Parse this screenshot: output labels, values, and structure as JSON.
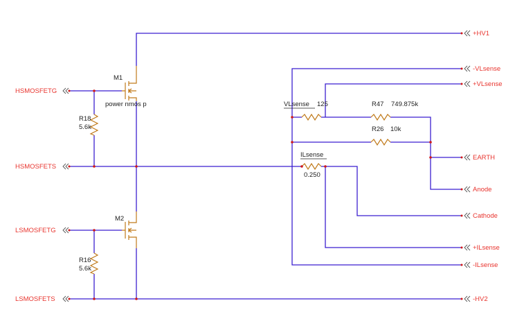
{
  "ports": {
    "hv1": "+HV1",
    "vlsense_neg": "-VLsense",
    "vlsense_pos": "+VLsense",
    "earth": "EARTH",
    "anode": "Anode",
    "cathode": "Cathode",
    "ilsense_pos": "+ILsense",
    "ilsense_neg": "-ILsense",
    "hv2": "-HV2",
    "hsmosfetg": "HSMOSFETG",
    "hsmosfets": "HSMOSFETS",
    "lsmosfetg": "LSMOSFETG",
    "lsmosfets": "LSMOSFETS"
  },
  "components": {
    "m1": {
      "ref": "M1",
      "value": "power nmos p"
    },
    "m2": {
      "ref": "M2"
    },
    "r18": {
      "ref": "R18",
      "value": "5.6k"
    },
    "r16": {
      "ref": "R16",
      "value": "5.6k"
    },
    "vlsense": {
      "ref": "VLsense",
      "value": "125"
    },
    "r47": {
      "ref": "R47",
      "value": "749.875k"
    },
    "r26": {
      "ref": "R26",
      "value": "10k"
    },
    "ilsense": {
      "ref": "ILsense",
      "value": "0.250"
    }
  },
  "colors": {
    "wire": "#3b1fd0",
    "component": "#c07a1a",
    "junction": "#d01a1a",
    "port_label": "#e8342e"
  }
}
